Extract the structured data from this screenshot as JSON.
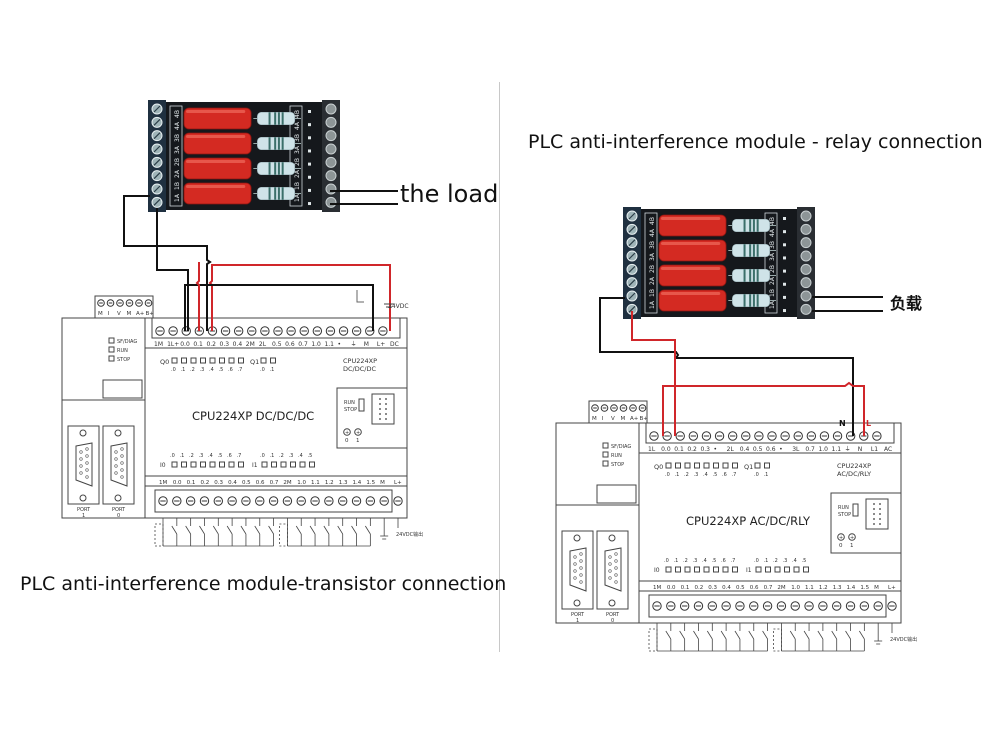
{
  "captions": {
    "left": "PLC anti-interference module-transistor connection",
    "right": "PLC anti-interference module - relay connection",
    "load_left": "the load",
    "load_right": "负载"
  },
  "colors": {
    "wire_red": "#d0262a",
    "wire_black": "#111111",
    "module_board": "#15181c",
    "terminal_block": "#1f3040",
    "capacitor": "#d42a22",
    "resistor": "#cfe3e8",
    "plc_line": "#444444"
  },
  "module": {
    "label_strip": [
      "1A",
      "1B",
      "2A",
      "2B",
      "3A",
      "3B",
      "4A",
      "4B"
    ],
    "channels": 4
  },
  "plc_common": {
    "comm_port_labels": [
      "M",
      "I",
      "V",
      "M",
      "A+",
      "B+"
    ],
    "status_leds": [
      "SF/DIAG",
      "RUN",
      "STOP"
    ],
    "run_stop": [
      "RUN",
      "STOP"
    ],
    "pots": [
      "0",
      "1"
    ],
    "ports": [
      {
        "label": "PORT",
        "num": "1"
      },
      {
        "label": "PORT",
        "num": "0"
      }
    ],
    "q0_label": "Q0",
    "q0_bits": [
      ".0",
      ".1",
      ".2",
      ".3",
      ".4",
      ".5",
      ".6",
      ".7"
    ],
    "q1_label": "Q1",
    "q1_bits": [
      ".0",
      ".1"
    ],
    "i0_label": "I0",
    "i0_bits": [
      ".0",
      ".1",
      ".2",
      ".3",
      ".4",
      ".5",
      ".6",
      ".7"
    ],
    "i1_label": "I1",
    "i1_bits": [
      ".0",
      ".1",
      ".2",
      ".3",
      ".4",
      ".5"
    ],
    "input_terminals": [
      "1M",
      "0.0",
      "0.1",
      "0.2",
      "0.3",
      "0.4",
      "0.5",
      "0.6",
      "0.7",
      "2M",
      "1.0",
      "1.1",
      "1.2",
      "1.3",
      "1.4",
      "1.5",
      "M",
      "L+"
    ],
    "sensor_supply": "24VDC输出"
  },
  "plc_left": {
    "model": "CPU224XP DC/DC/DC",
    "model_small": [
      "CPU224XP",
      "DC/DC/DC"
    ],
    "output_terminals": [
      "1M",
      "1L+",
      "0.0",
      "0.1",
      "0.2",
      "0.3",
      "0.4",
      "2M",
      "2L",
      "0.5",
      "0.6",
      "0.7",
      "1.0",
      "1.1",
      "•",
      "⏚",
      "M",
      "L+",
      "DC"
    ],
    "supply_label": "24VDC"
  },
  "plc_right": {
    "model": "CPU224XP  AC/DC/RLY",
    "model_small": [
      "CPU224XP",
      "AC/DC/RLY"
    ],
    "output_terminals": [
      "1L",
      "0.0",
      "0.1",
      "0.2",
      "0.3",
      "•",
      "2L",
      "0.4",
      "0.5",
      "0.6",
      "•",
      "3L",
      "0.7",
      "1.0",
      "1.1",
      "⏚",
      "N",
      "L1",
      "AC"
    ],
    "n_label": "N",
    "l_label": "L"
  }
}
